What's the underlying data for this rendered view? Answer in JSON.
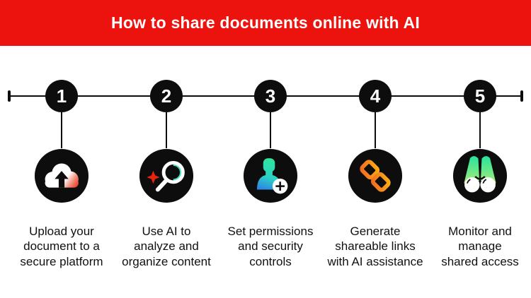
{
  "banner": {
    "title": "How to share documents online with AI"
  },
  "colors": {
    "banner-red": "#ec130e",
    "ink": "#0d0d0d",
    "cloud-red": "#e8240e",
    "sparkle-red": "#e8240e",
    "search-teal": "#43e3c0",
    "person-green": "#2ee69b",
    "person-blue": "#2e7be8",
    "link-yellow": "#ffc20e",
    "link-orange": "#f47a20",
    "link-red": "#e8240e",
    "binocular-green": "#2ee69b",
    "binocular-yellow": "#c6ec6c"
  },
  "steps": [
    {
      "number": "1",
      "icon": "cloud-upload-icon",
      "label": "Upload your\ndocument to a\nsecure platform"
    },
    {
      "number": "2",
      "icon": "ai-search-icon",
      "label": "Use AI to\nanalyze and\norganize content"
    },
    {
      "number": "3",
      "icon": "add-user-icon",
      "label": "Set permissions\nand security\ncontrols"
    },
    {
      "number": "4",
      "icon": "share-links-icon",
      "label": "Generate\nshareable links\nwith AI assistance"
    },
    {
      "number": "5",
      "icon": "binoculars-icon",
      "label": "Monitor and\nmanage\nshared access"
    }
  ]
}
